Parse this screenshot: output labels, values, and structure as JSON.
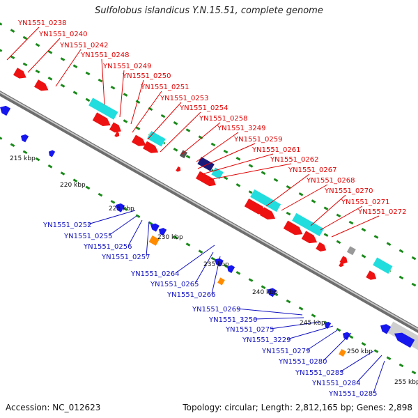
{
  "title": "Sulfolobus islandicus Y.N.15.51, complete genome",
  "accession": "Accession: NC_012623",
  "summary": "Topology: circular; Length: 2,812,165 bp; Genes: 2,898",
  "colors": {
    "backbone": "#8a8a8a",
    "dot_green": "#1a8a1a",
    "forward_label": "#e00000",
    "reverse_label": "#1010c0",
    "gene_red": "#ee1111",
    "gene_blue": "#1616ee",
    "gene_cyan": "#22dddd",
    "gene_navy": "#1a1a7a",
    "gene_orange": "#ff8c00",
    "gene_grey": "#999999"
  },
  "ticks": [
    "215 kbp",
    "220 kbp",
    "225 kbp",
    "230 kbp",
    "235 kbp",
    "240 kbp",
    "245 kbp",
    "250 kbp",
    "255 kbp"
  ],
  "forward_labels": [
    "YN1551_0238",
    "YN1551_0240",
    "YN1551_0242",
    "YN1551_0248",
    "YN1551_0249",
    "YN1551_0250",
    "YN1551_0251",
    "YN1551_0253",
    "YN1551_0254",
    "YN1551_0258",
    "YN1551_3249",
    "YN1551_0259",
    "YN1551_0261",
    "YN1551_0262",
    "YN1551_0267",
    "YN1551_0268",
    "YN1551_0270",
    "YN1551_0271",
    "YN1551_0272"
  ],
  "reverse_labels": [
    "YN1551_0252",
    "YN1551_0255",
    "YN1551_0256",
    "YN1551_0257",
    "YN1551_0264",
    "YN1551_0265",
    "YN1551_0266",
    "YN1551_0269",
    "YN1551_3250",
    "YN1551_0275",
    "YN1551_3229",
    "YN1551_0279",
    "YN1551_0280",
    "YN1551_0283",
    "YN1551_0284",
    "YN1551_0285"
  ]
}
